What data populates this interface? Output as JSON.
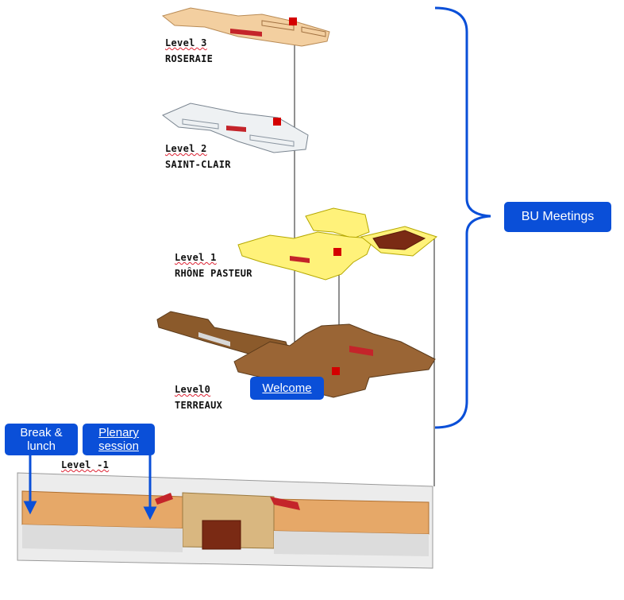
{
  "levels": {
    "l3": {
      "label": "Level 3",
      "name": "ROSERAIE"
    },
    "l2": {
      "label": "Level 2",
      "name": "SAINT-CLAIR"
    },
    "l1": {
      "label": "Level 1",
      "name": "RHÔNE PASTEUR"
    },
    "l0": {
      "label": "Level0",
      "name": "TERREAUX"
    },
    "lm1": {
      "label": "Level -1"
    }
  },
  "callouts": {
    "bu_meetings": "BU Meetings",
    "welcome": "Welcome",
    "break_lunch": "Break & lunch",
    "plenary": "Plenary session"
  },
  "colors": {
    "accent": "#0a4fd8",
    "level3": "#f3cfa0",
    "level2": "#e9ecef",
    "level1": "#fff27a",
    "level0": "#8b5a2b",
    "levelm1": "#e6a868",
    "marker": "#d40000"
  }
}
